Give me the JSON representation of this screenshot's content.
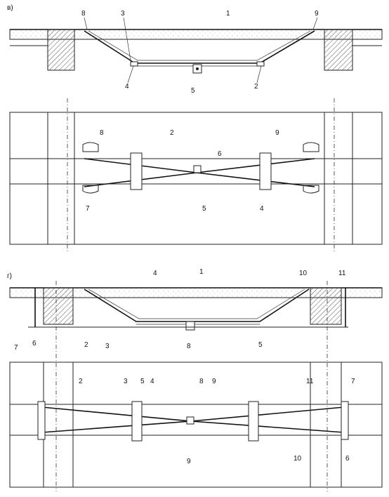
{
  "panels": {
    "top": {
      "tag": "в)",
      "section_labels": [
        "8",
        "3",
        "1",
        "9",
        "4",
        "5",
        "2"
      ],
      "plan_labels": [
        "8",
        "2",
        "6",
        "9",
        "7",
        "5",
        "4"
      ]
    },
    "bottom": {
      "tag": "г)",
      "section_labels": [
        "4",
        "1",
        "10",
        "11",
        "7",
        "6",
        "2",
        "3",
        "8",
        "5"
      ],
      "plan_labels": [
        "2",
        "3",
        "5",
        "4",
        "8",
        "9",
        "11",
        "7",
        "9",
        "10",
        "6"
      ]
    }
  },
  "colors": {
    "ink": "#222222",
    "paper": "#ffffff",
    "hatch": "#555555"
  }
}
